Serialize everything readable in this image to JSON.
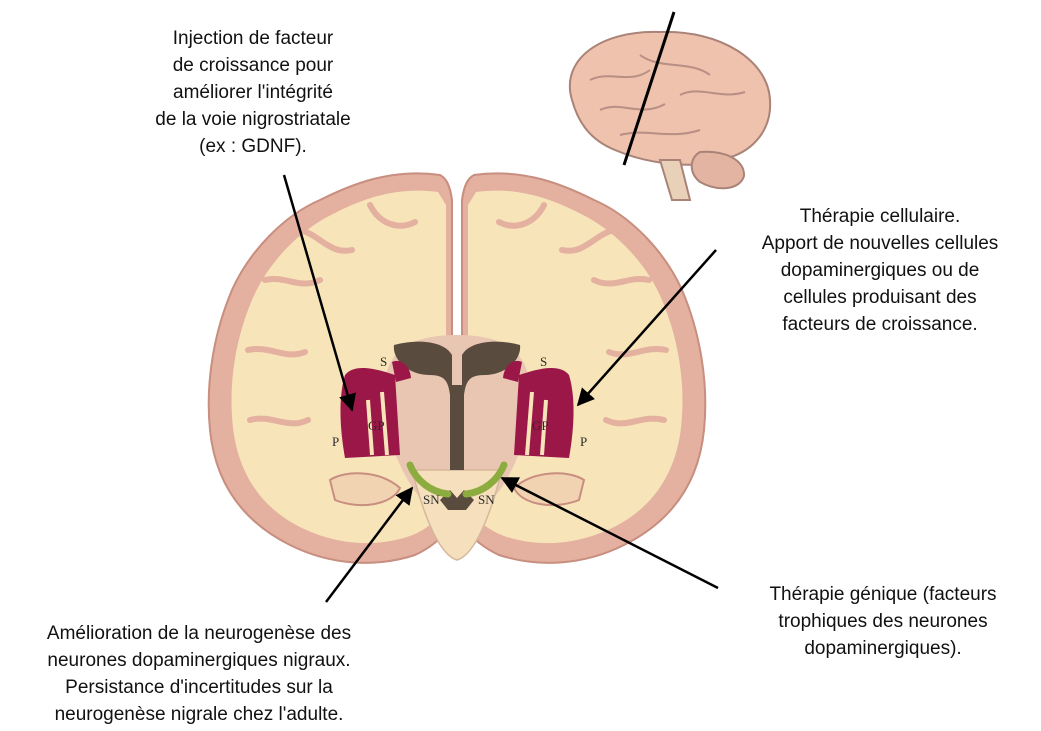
{
  "annotations": {
    "growth_factor": {
      "lines": [
        "Injection de facteur",
        "de croissance pour",
        "améliorer l'intégrité",
        "de la voie nigrostriatale",
        "(ex : GDNF)."
      ]
    },
    "cell_therapy": {
      "lines": [
        "Thérapie cellulaire.",
        "Apport de nouvelles cellules",
        "dopaminergiques ou de",
        "cellules produisant des",
        "facteurs de croissance."
      ]
    },
    "neurogenesis": {
      "lines": [
        "Amélioration de la neurogenèse des",
        "neurones dopaminergiques nigraux.",
        "Persistance d'incertitudes sur la",
        "neurogenèse nigrale chez l'adulte."
      ]
    },
    "gene_therapy": {
      "lines": [
        "Thérapie génique (facteurs",
        "trophiques des neurones",
        "dopaminergiques)."
      ]
    }
  },
  "structure_labels": {
    "striatum": "S",
    "globus_pallidus": "GP",
    "putamen": "P",
    "substantia_nigra": "SN"
  },
  "colors": {
    "brain_tissue": "#f7e4b9",
    "cortex": "#e2aea0",
    "ventricle": "#5a4b3f",
    "striatum": "#9b1747",
    "substantia_nigra": "#8dac3f",
    "arrow": "#000000"
  }
}
